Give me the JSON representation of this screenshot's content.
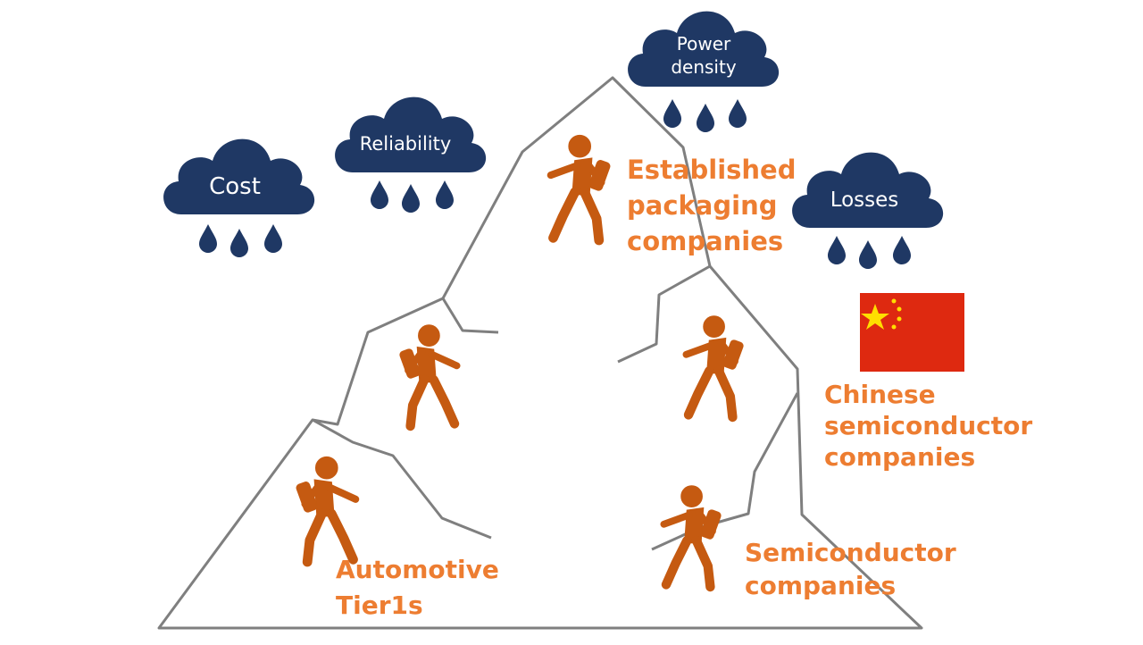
{
  "clouds": {
    "cost": {
      "label": "Cost"
    },
    "reliability": {
      "label": "Reliability"
    },
    "power_density": {
      "line1": "Power",
      "line2": "density"
    },
    "losses": {
      "label": "Losses"
    }
  },
  "climbers": {
    "established": {
      "label": "Established\npackaging\ncompanies"
    },
    "chinese": {
      "label": "Chinese\nsemiconductor\ncompanies"
    },
    "semiconductor": {
      "label": "Semiconductor\ncompanies"
    },
    "automotive": {
      "label": "Automotive\nTier1s"
    }
  },
  "colors": {
    "cloud": "#1f3864",
    "climber": "#c55a11",
    "label": "#ed7d31",
    "mountain": "#7f7f7f",
    "flag_red": "#de2910",
    "flag_star": "#ffde00"
  },
  "icons": {
    "cloud": "rain-cloud-icon",
    "climber": "hiker-icon",
    "flag": "china-flag-icon"
  }
}
